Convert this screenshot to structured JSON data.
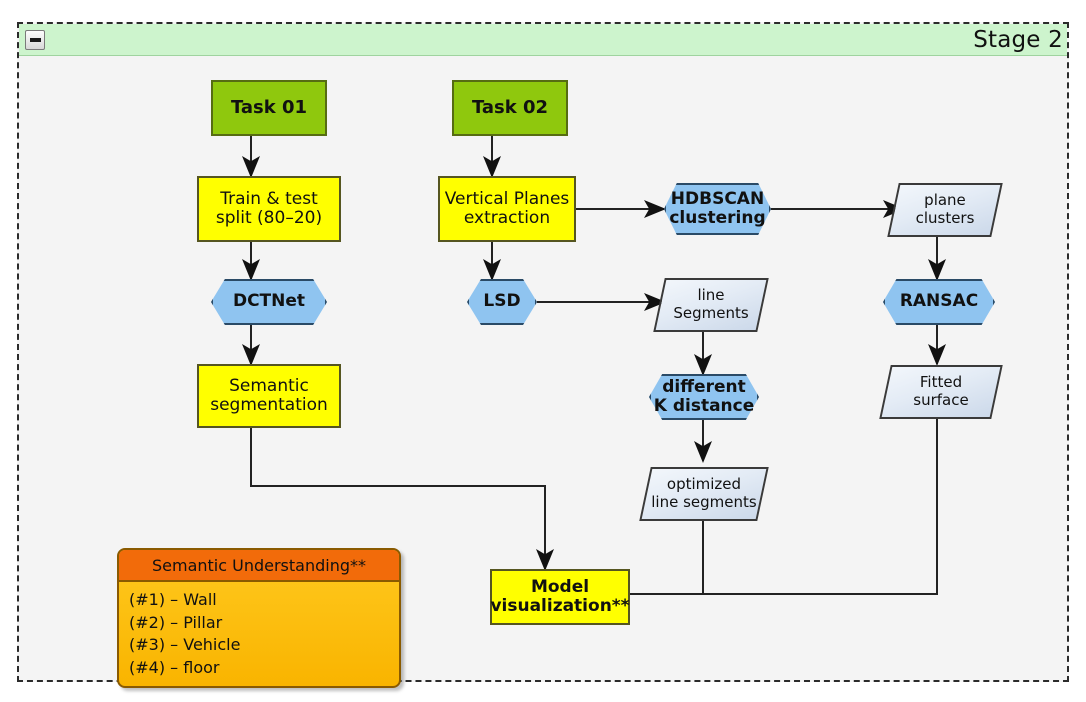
{
  "stage": {
    "title": "Stage 2",
    "collapse_icon": "minus-icon",
    "header_color": "#cdf4cd",
    "border_style": "dashed"
  },
  "nodes": {
    "task01": {
      "label": "Task 01",
      "shape": "process",
      "fill": "#8fc80d"
    },
    "train_split": {
      "label": "Train & test\nsplit (80–20)",
      "shape": "process",
      "fill": "#ffff00"
    },
    "dctnet": {
      "label": "DCTNet",
      "shape": "hexagon",
      "fill": "#8fc4f0"
    },
    "semantic_seg": {
      "label": "Semantic\nsegmentation",
      "shape": "process",
      "fill": "#ffff00"
    },
    "task02": {
      "label": "Task 02",
      "shape": "process",
      "fill": "#8fc80d"
    },
    "vertical_planes": {
      "label": "Vertical Planes\nextraction",
      "shape": "process",
      "fill": "#ffff00"
    },
    "lsd": {
      "label": "LSD",
      "shape": "hexagon",
      "fill": "#8fc4f0"
    },
    "hdbscan": {
      "label": "HDBSCAN\nclustering",
      "shape": "hexagon",
      "fill": "#8fc4f0"
    },
    "plane_clusters": {
      "label": "plane\nclusters",
      "shape": "parallelogram",
      "fill": "#e3ebf5"
    },
    "ransac": {
      "label": "RANSAC",
      "shape": "hexagon",
      "fill": "#8fc4f0"
    },
    "fitted_surface": {
      "label": "Fitted\nsurface",
      "shape": "parallelogram",
      "fill": "#e3ebf5"
    },
    "line_segments": {
      "label": "line\nSegments",
      "shape": "parallelogram",
      "fill": "#e3ebf5"
    },
    "k_distance": {
      "label": "different\nK distance",
      "shape": "hexagon",
      "fill": "#8fc4f0"
    },
    "optimized_lines": {
      "label": "optimized\nline segments",
      "shape": "parallelogram",
      "fill": "#e3ebf5"
    },
    "model_vis": {
      "label": "Model\nvisualization**",
      "shape": "process",
      "fill": "#ffff00"
    }
  },
  "legend": {
    "title": "Semantic Understanding**",
    "header_color": "#f26b0a",
    "body_color": "#ffc91f",
    "items": [
      "(#1) – Wall",
      "(#2) – Pillar",
      "(#3) – Vehicle",
      "(#4) – floor"
    ]
  },
  "edges": [
    {
      "from": "task01",
      "to": "train_split"
    },
    {
      "from": "train_split",
      "to": "dctnet"
    },
    {
      "from": "dctnet",
      "to": "semantic_seg"
    },
    {
      "from": "task02",
      "to": "vertical_planes"
    },
    {
      "from": "vertical_planes",
      "to": "lsd"
    },
    {
      "from": "vertical_planes",
      "to": "hdbscan"
    },
    {
      "from": "hdbscan",
      "to": "plane_clusters"
    },
    {
      "from": "plane_clusters",
      "to": "ransac"
    },
    {
      "from": "ransac",
      "to": "fitted_surface"
    },
    {
      "from": "lsd",
      "to": "line_segments"
    },
    {
      "from": "line_segments",
      "to": "k_distance"
    },
    {
      "from": "k_distance",
      "to": "optimized_lines"
    },
    {
      "from": "optimized_lines",
      "to": "model_vis"
    },
    {
      "from": "fitted_surface",
      "to": "model_vis"
    },
    {
      "from": "semantic_seg",
      "to": "model_vis"
    }
  ]
}
